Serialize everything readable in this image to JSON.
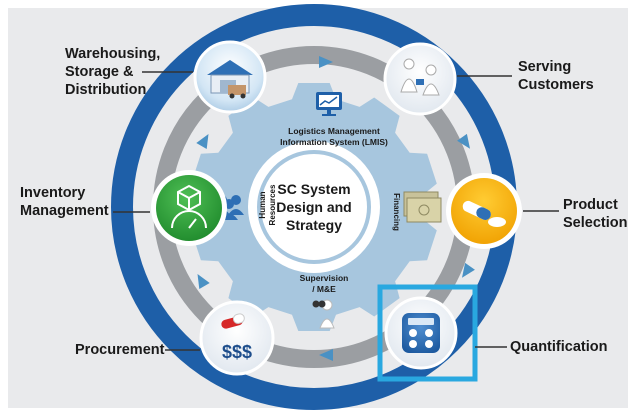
{
  "center": {
    "line1": "SC System",
    "line2": "Design and",
    "line3": "Strategy"
  },
  "gear_labels": {
    "lmis_line1": "Logistics Management",
    "lmis_line2": "Information System (LMIS)",
    "hr_line1": "Human",
    "hr_line2": "Resources",
    "financing": "Financing",
    "supervision_line1": "Supervision",
    "supervision_line2": "/ M&E"
  },
  "stages": {
    "warehousing": "Warehousing,\nStorage &\nDistribution",
    "serving": "Serving\nCustomers",
    "inventory": "Inventory\nManagement",
    "product": "Product\nSelection",
    "procurement": "Procurement",
    "quantification": "Quantification"
  },
  "procurement_badge": "$$$",
  "colors": {
    "background_panel": "#e9eaec",
    "outer_ring": "#1e5fa8",
    "inner_ring": "#9b9ea2",
    "gear": "#a7c6de",
    "arrow": "#4a91c4",
    "highlight_box": "#29a8e0"
  },
  "icons": {
    "warehousing": "warehouse-truck-icon",
    "serving": "pharmacist-customer-icon",
    "inventory": "box-gauge-icon",
    "product": "pills-icon",
    "procurement": "money-pills-icon",
    "quantification": "calculator-icon",
    "lmis": "monitor-chart-icon",
    "hr": "people-icon",
    "financing": "cash-stack-icon",
    "supervision": "binoculars-figure-icon"
  }
}
